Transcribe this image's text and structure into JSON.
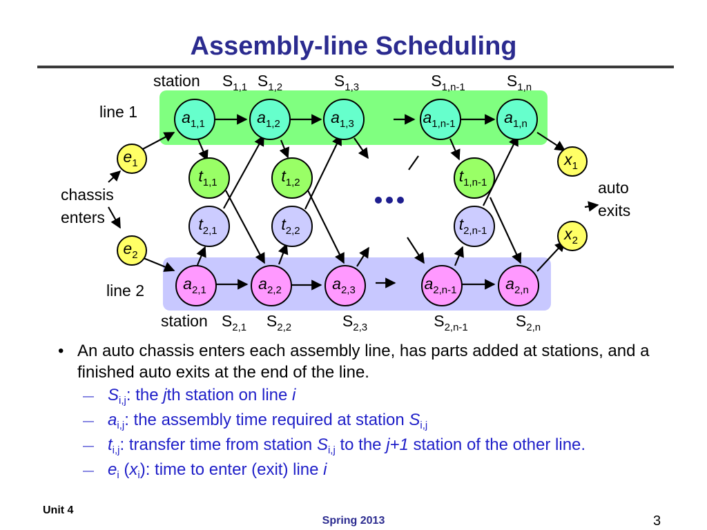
{
  "slide": {
    "title": "Assembly-line Scheduling",
    "page_number": "3",
    "footer_left": "Unit 4",
    "footer_center": "Spring 2013"
  },
  "colors": {
    "title": "#2b2b8f",
    "line1_band": "#80ff80",
    "line2_band": "#c8c8ff",
    "line1_station": "#66ffcc",
    "line2_station": "#ff99ff",
    "transfer_top": "#99ff66",
    "transfer_bottom": "#ccccff",
    "entry_exit": "#ffff66",
    "sub_bullet_text": "#1e1ec8"
  },
  "diagram": {
    "line1_label": "line 1",
    "line2_label": "line 2",
    "entry_label": [
      "chassis",
      "enters"
    ],
    "exit_label": [
      "auto",
      "exits"
    ],
    "station_prefix": "station",
    "ellipsis": "•••",
    "top_stations": [
      {
        "name": "S",
        "sub": "1,1"
      },
      {
        "name": "S",
        "sub": "1,2"
      },
      {
        "name": "S",
        "sub": "1,3"
      },
      {
        "name": "S",
        "sub": "1,n-1"
      },
      {
        "name": "S",
        "sub": "1,n"
      }
    ],
    "bottom_stations": [
      {
        "name": "S",
        "sub": "2,1"
      },
      {
        "name": "S",
        "sub": "2,2"
      },
      {
        "name": "S",
        "sub": "2,3"
      },
      {
        "name": "S",
        "sub": "2,n-1"
      },
      {
        "name": "S",
        "sub": "2,n"
      }
    ],
    "line1_nodes": [
      {
        "name": "a",
        "sub": "1,1"
      },
      {
        "name": "a",
        "sub": "1,2"
      },
      {
        "name": "a",
        "sub": "1,3"
      },
      {
        "name": "a",
        "sub": "1,n-1"
      },
      {
        "name": "a",
        "sub": "1,n"
      }
    ],
    "line2_nodes": [
      {
        "name": "a",
        "sub": "2,1"
      },
      {
        "name": "a",
        "sub": "2,2"
      },
      {
        "name": "a",
        "sub": "2,3"
      },
      {
        "name": "a",
        "sub": "2,n-1"
      },
      {
        "name": "a",
        "sub": "2,n"
      }
    ],
    "transfer_top_nodes": [
      {
        "name": "t",
        "sub": "1,1"
      },
      {
        "name": "t",
        "sub": "1,2"
      },
      {
        "name": "t",
        "sub": "1,n-1"
      }
    ],
    "transfer_bottom_nodes": [
      {
        "name": "t",
        "sub": "2,1"
      },
      {
        "name": "t",
        "sub": "2,2"
      },
      {
        "name": "t",
        "sub": "2,n-1"
      }
    ],
    "entry_nodes": [
      {
        "name": "e",
        "sub": "1"
      },
      {
        "name": "e",
        "sub": "2"
      }
    ],
    "exit_nodes": [
      {
        "name": "x",
        "sub": "1"
      },
      {
        "name": "x",
        "sub": "2"
      }
    ]
  },
  "bullets": {
    "main": "An auto chassis enters each assembly line, has parts added at stations, and a finished auto exits at the end of the line.",
    "dash": "—",
    "items": [
      {
        "sym": "S",
        "sub": "i,j",
        "text1": ": the ",
        "ital": "j",
        "text2": "th station on line ",
        "ital2": "i"
      },
      {
        "sym": "a",
        "sub": "i,j",
        "text1": ": the assembly time required at station ",
        "sym2": "S",
        "sub2": "i,j"
      },
      {
        "sym": "t",
        "sub": "i,j",
        "text1": ": transfer time from station ",
        "sym2": "S",
        "sub2": "i,j",
        "text2": " to the ",
        "ital": "j+1",
        "text3": " station of the other line."
      },
      {
        "sym": "e",
        "sub": "i",
        "text1": " (",
        "sym2": "x",
        "sub2": "i",
        "text2": "): time to enter (exit) line ",
        "ital": "i"
      }
    ]
  }
}
